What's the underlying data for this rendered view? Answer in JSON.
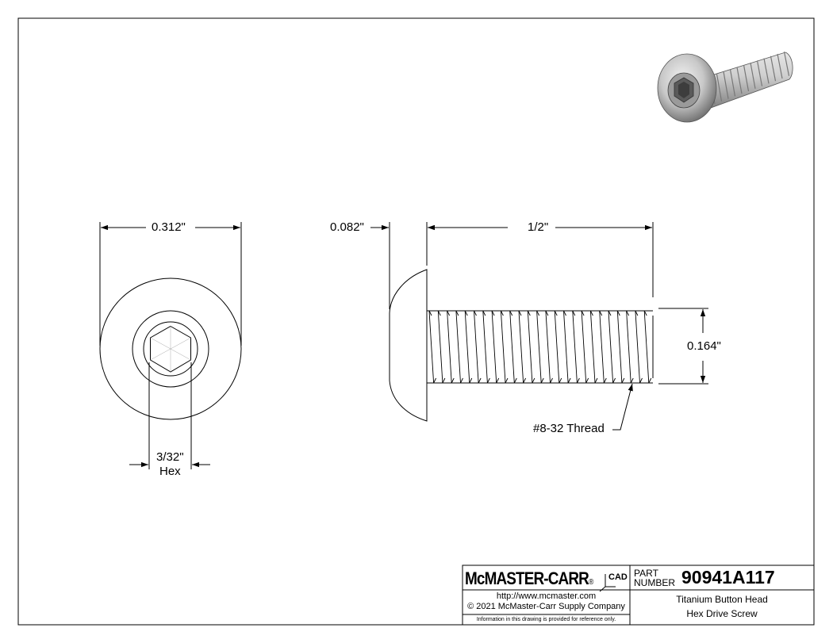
{
  "drawing": {
    "dim_head_diameter": "0.312\"",
    "dim_hex_size": "3/32\"",
    "dim_hex_label": "Hex",
    "dim_head_height": "0.082\"",
    "dim_length": "1/2\"",
    "dim_thread_diameter": "0.164\"",
    "thread_callout": "#8-32 Thread"
  },
  "title_block": {
    "logo": "McMASTER-CARR",
    "logo_mark": "®",
    "cad_mark": "CAD",
    "part_label_1": "PART",
    "part_label_2": "NUMBER",
    "part_number": "90941A117",
    "url": "http://www.mcmaster.com",
    "copyright": "© 2021 McMaster-Carr Supply Company",
    "disclaimer": "Information in this drawing is provided for reference only.",
    "description_1": "Titanium Button Head",
    "description_2": "Hex Drive Screw"
  }
}
